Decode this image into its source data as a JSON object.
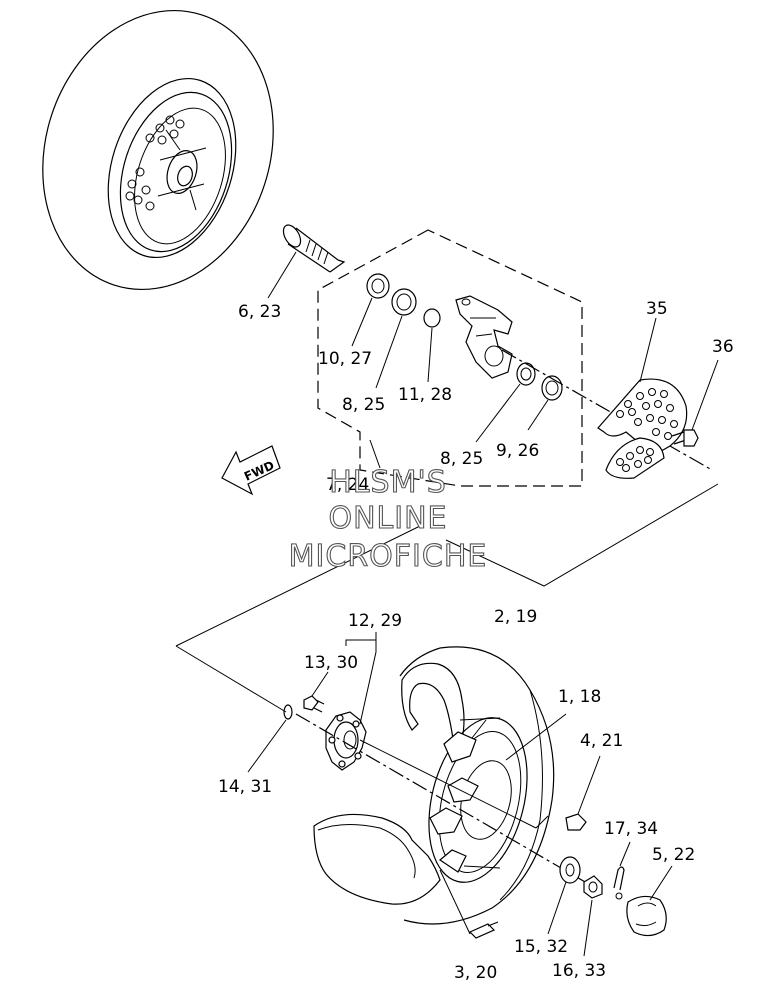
{
  "callouts": {
    "c_6_23": "6, 23",
    "c_10_27": "10, 27",
    "c_8_25_a": "8, 25",
    "c_11_28": "11, 28",
    "c_35": "35",
    "c_36": "36",
    "c_8_25_b": "8, 25",
    "c_9_26": "9, 26",
    "c_7_24": "7, 24",
    "c_12_29": "12, 29",
    "c_2_19": "2, 19",
    "c_13_30": "13, 30",
    "c_1_18": "1, 18",
    "c_4_21": "4, 21",
    "c_14_31": "14, 31",
    "c_17_34": "17, 34",
    "c_5_22": "5, 22",
    "c_15_32": "15, 32",
    "c_16_33": "16, 33",
    "c_3_20": "3, 20"
  },
  "fwd_label": "FWD",
  "watermark": {
    "line1": "HLSM'S",
    "line2": "ONLINE",
    "line3": "MICROFICHE"
  }
}
